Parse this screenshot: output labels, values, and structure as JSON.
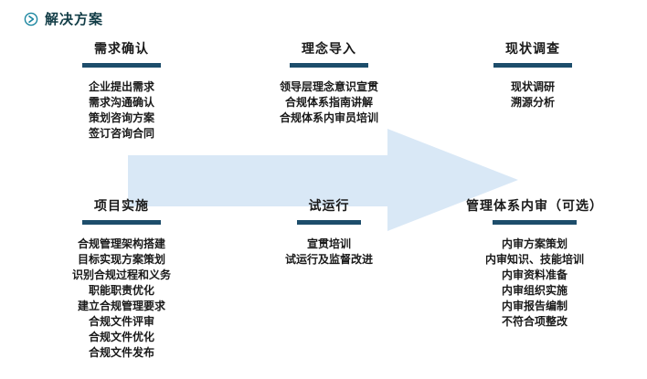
{
  "header": {
    "title": "解决方案",
    "icon": "play-circle-icon"
  },
  "colors": {
    "accent": "#1b86a0",
    "title": "#113c46",
    "bar": "#1d4d6b",
    "arrow": "#d9e8f6",
    "text": "#1a1a1a"
  },
  "sections": [
    {
      "title": "需求确认",
      "items": [
        "企业提出需求",
        "需求沟通确认",
        "策划咨询方案",
        "签订咨询合同"
      ]
    },
    {
      "title": "理念导入",
      "items": [
        "领导层理念意识宣贯",
        "合规体系指南讲解",
        "合规体系内审员培训"
      ]
    },
    {
      "title": "现状调查",
      "items": [
        "现状调研",
        "溯源分析"
      ]
    },
    {
      "title": "项目实施",
      "items": [
        "合规管理架构搭建",
        "目标实现方案策划",
        "识别合规过程和义务",
        "职能职责优化",
        "建立合规管理要求",
        "合规文件评审",
        "合规文件优化",
        "合规文件发布"
      ]
    },
    {
      "title": "试运行",
      "items": [
        "宣贯培训",
        "试运行及监督改进"
      ]
    },
    {
      "title": "管理体系内审（可选）",
      "items": [
        "内审方案策划",
        "内审知识、技能培训",
        "内审资料准备",
        "内审组织实施",
        "内审报告编制",
        "不符合项整改"
      ]
    }
  ]
}
